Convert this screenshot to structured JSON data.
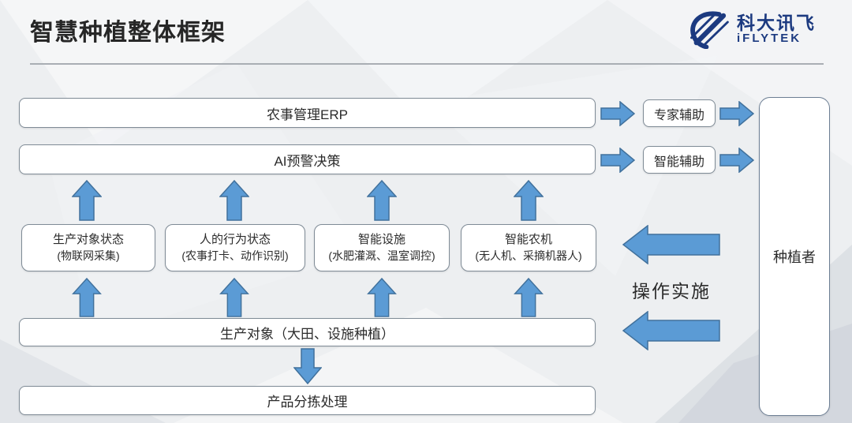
{
  "header": {
    "title": "智慧种植整体框架",
    "logo": {
      "cn": "科大讯飞",
      "en": "iFLYTEK"
    }
  },
  "colors": {
    "arrow_fill": "#5B9BD5",
    "arrow_stroke": "#41719C",
    "logo_navy": "#1C3A80",
    "box_border": "#7F8B96",
    "background": "#EDEFF1"
  },
  "diagram": {
    "top_boxes": [
      {
        "label": "农事管理ERP"
      },
      {
        "label": "AI预警决策"
      }
    ],
    "side_boxes": [
      {
        "label": "专家辅助"
      },
      {
        "label": "智能辅助"
      }
    ],
    "middle_boxes": [
      {
        "line1": "生产对象状态",
        "line2": "(物联网采集)"
      },
      {
        "line1": "人的行为状态",
        "line2": "(农事打卡、动作识别)"
      },
      {
        "line1": "智能设施",
        "line2": "(水肥灌溉、温室调控)"
      },
      {
        "line1": "智能农机",
        "line2": "(无人机、采摘机器人)"
      }
    ],
    "production_box": "生产对象（大田、设施种植）",
    "sorting_box": "产品分拣处理",
    "operation_label": "操作实施",
    "grower_box": "种植者"
  }
}
